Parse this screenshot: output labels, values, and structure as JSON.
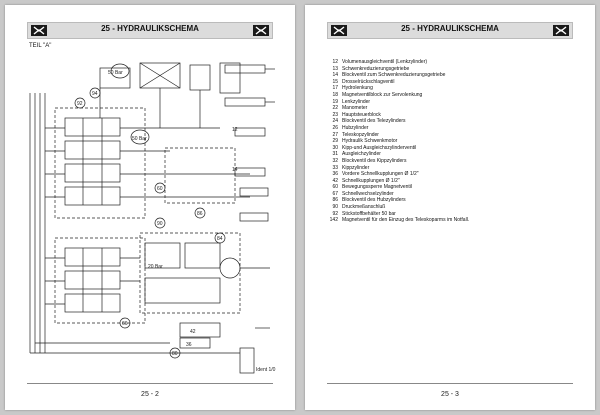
{
  "left_page": {
    "header_title": "25 - HYDRAULIKSCHEMA",
    "teil_label": "TEIL \"A\"",
    "page_number": "25 - 2",
    "schematic_labels": [
      "50 Bar",
      "50 Bar",
      "20 Bar",
      "94",
      "92",
      "60",
      "90",
      "86",
      "84",
      "66",
      "80",
      "42",
      "36",
      "12",
      "14"
    ],
    "ref_stamp": "Ident 1/0"
  },
  "right_page": {
    "header_title": "25 - HYDRAULIKSCHEMA",
    "page_number": "25 - 3",
    "legend": [
      {
        "num": "12",
        "text": "Volumenausgleichventil (Lenkzylinder)"
      },
      {
        "num": "13",
        "text": "Schwenkreduzierungsgetriebe"
      },
      {
        "num": "14",
        "text": "Blockventil zum Schwenkreduzierungsgetriebe"
      },
      {
        "num": "15",
        "text": "Drosselrückschlagventil"
      },
      {
        "num": "17",
        "text": "Hydrolenkung"
      },
      {
        "num": "18",
        "text": "Magnetventilblock zur Servolenkung"
      },
      {
        "num": "19",
        "text": "Lenkzylinder"
      },
      {
        "num": "22",
        "text": "Manometer"
      },
      {
        "num": "23",
        "text": "Hauptsteuerblock"
      },
      {
        "num": "24",
        "text": "Blockventil des Telezylinders"
      },
      {
        "num": "26",
        "text": "Hubzylinder"
      },
      {
        "num": "27",
        "text": "Teleskopzylinder"
      },
      {
        "num": "29",
        "text": "Hydraulik Schwenkmotor"
      },
      {
        "num": "30",
        "text": "Kipp-und Ausgleichszylinderventil"
      },
      {
        "num": "31",
        "text": "Ausgleichzylinder"
      },
      {
        "num": "32",
        "text": "Blockventil des Kippzylinders"
      },
      {
        "num": "33",
        "text": "Kippzylinder"
      },
      {
        "num": "36",
        "text": "Vordere Schnellkupplungen Ø 1/2\""
      },
      {
        "num": "42",
        "text": "Schnellkupplungen Ø 1/2\""
      },
      {
        "num": "60",
        "text": "Bewegungssperre Magnetventil"
      },
      {
        "num": "67",
        "text": "Schnellwechselzylinder"
      },
      {
        "num": "86",
        "text": "Blockventil des Hubzylinders"
      },
      {
        "num": "90",
        "text": "Druckmeßanschluß"
      },
      {
        "num": "92",
        "text": "Stickstoffbehälter 50 bar"
      },
      {
        "num": "142",
        "text": "Magnetventil für den Einzug des Teleskoparms im Notfall."
      }
    ]
  },
  "colors": {
    "header_bg": "#dcdcdc",
    "page_bg": "#ffffff",
    "background": "#c9c9c9",
    "line": "#222222"
  }
}
